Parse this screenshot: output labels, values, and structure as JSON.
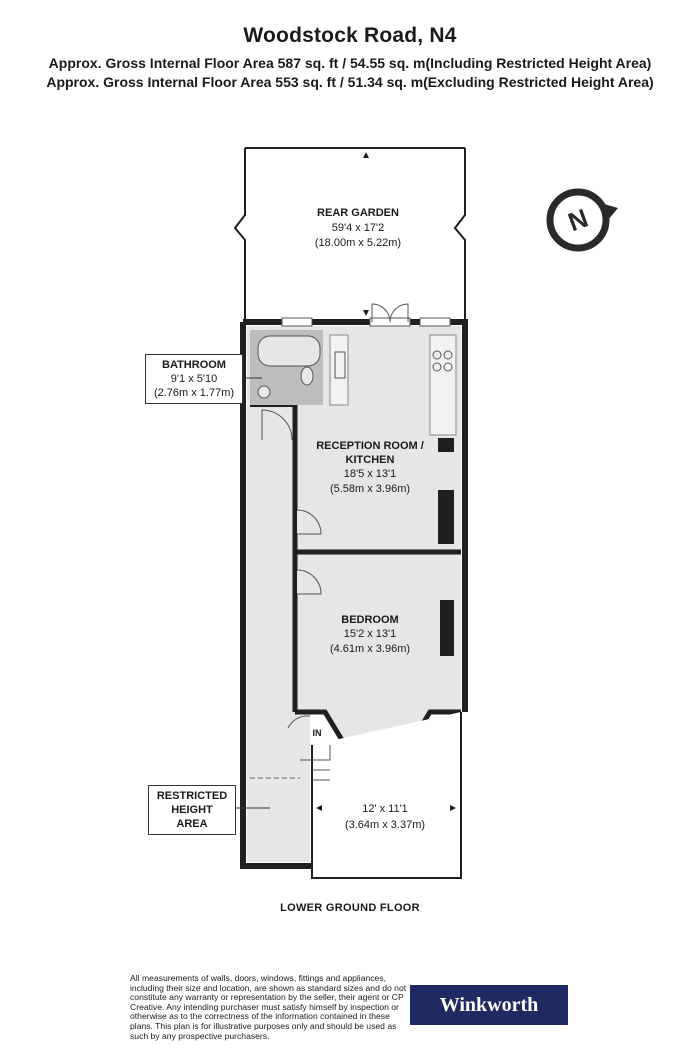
{
  "header": {
    "title": "Woodstock Road, N4",
    "area_including": "Approx. Gross Internal Floor Area 587 sq. ft / 54.55 sq. m(Including Restricted Height Area)",
    "area_excluding": "Approx. Gross Internal Floor Area 553 sq. ft / 51.34 sq. m(Excluding Restricted Height Area)"
  },
  "rooms": {
    "rear_garden": {
      "name": "REAR GARDEN",
      "imperial": "59'4 x 17'2",
      "metric": "(18.00m x 5.22m)"
    },
    "bathroom": {
      "name": "BATHROOM",
      "imperial": "9'1 x 5'10",
      "metric": "(2.76m x 1.77m)"
    },
    "reception": {
      "name_line1": "RECEPTION ROOM /",
      "name_line2": "KITCHEN",
      "imperial": "18'5 x 13'1",
      "metric": "(5.58m x 3.96m)"
    },
    "bedroom": {
      "name": "BEDROOM",
      "imperial": "15'2 x 13'1",
      "metric": "(4.61m x 3.96m)"
    },
    "front_area": {
      "imperial": "12' x 11'1",
      "metric": "(3.64m x 3.37m)"
    },
    "restricted": {
      "line1": "RESTRICTED",
      "line2": "HEIGHT",
      "line3": "AREA"
    },
    "entrance": "IN"
  },
  "compass": {
    "letter": "N"
  },
  "floor_label": "LOWER GROUND FLOOR",
  "disclaimer": "All measurements of walls, doors, windows, fittings and appliances, including their size and location, are shown as standard sizes and do not constitute any warranty or representation by the seller, their agent or CP Creative. Any intending purchaser must satisfy himself by inspection or otherwise as to the correctness of the information contained in these plans. This plan is for illustrative purposes only and should be used as such by any prospective purchasers.",
  "brand": {
    "name": "Winkworth",
    "color": "#1f2a63"
  },
  "colors": {
    "wall": "#1f1f1f",
    "floor": "#e6e6e6",
    "bathroom": "#bdbdbd",
    "outdoor": "#ffffff"
  }
}
